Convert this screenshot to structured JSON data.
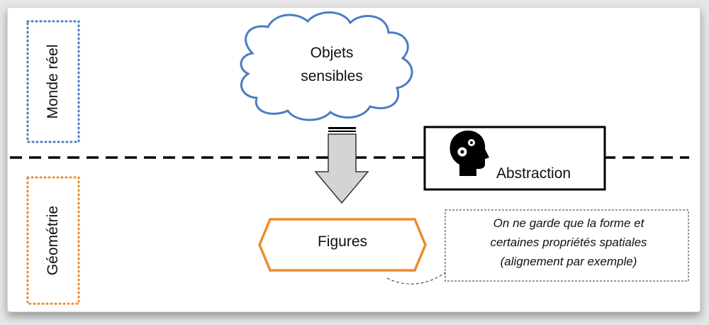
{
  "zones": {
    "real_world": "Monde réel",
    "geometry": "Géométrie"
  },
  "cloud": {
    "line1": "Objets",
    "line2": "sensibles"
  },
  "abstraction": {
    "label": "Abstraction",
    "icon": "head-gears-icon"
  },
  "figures": {
    "label": "Figures"
  },
  "note": {
    "line1": "On ne garde que la forme et",
    "line2": "certaines propriétés spatiales",
    "line3": "(alignement par exemple)"
  },
  "colors": {
    "real_world_border": "#4a7cc3",
    "geometry_border": "#ee8a2e",
    "cloud_stroke": "#4a7cc3",
    "figures_stroke": "#ee8a2e",
    "arrow_fill": "#d4d4d4"
  }
}
